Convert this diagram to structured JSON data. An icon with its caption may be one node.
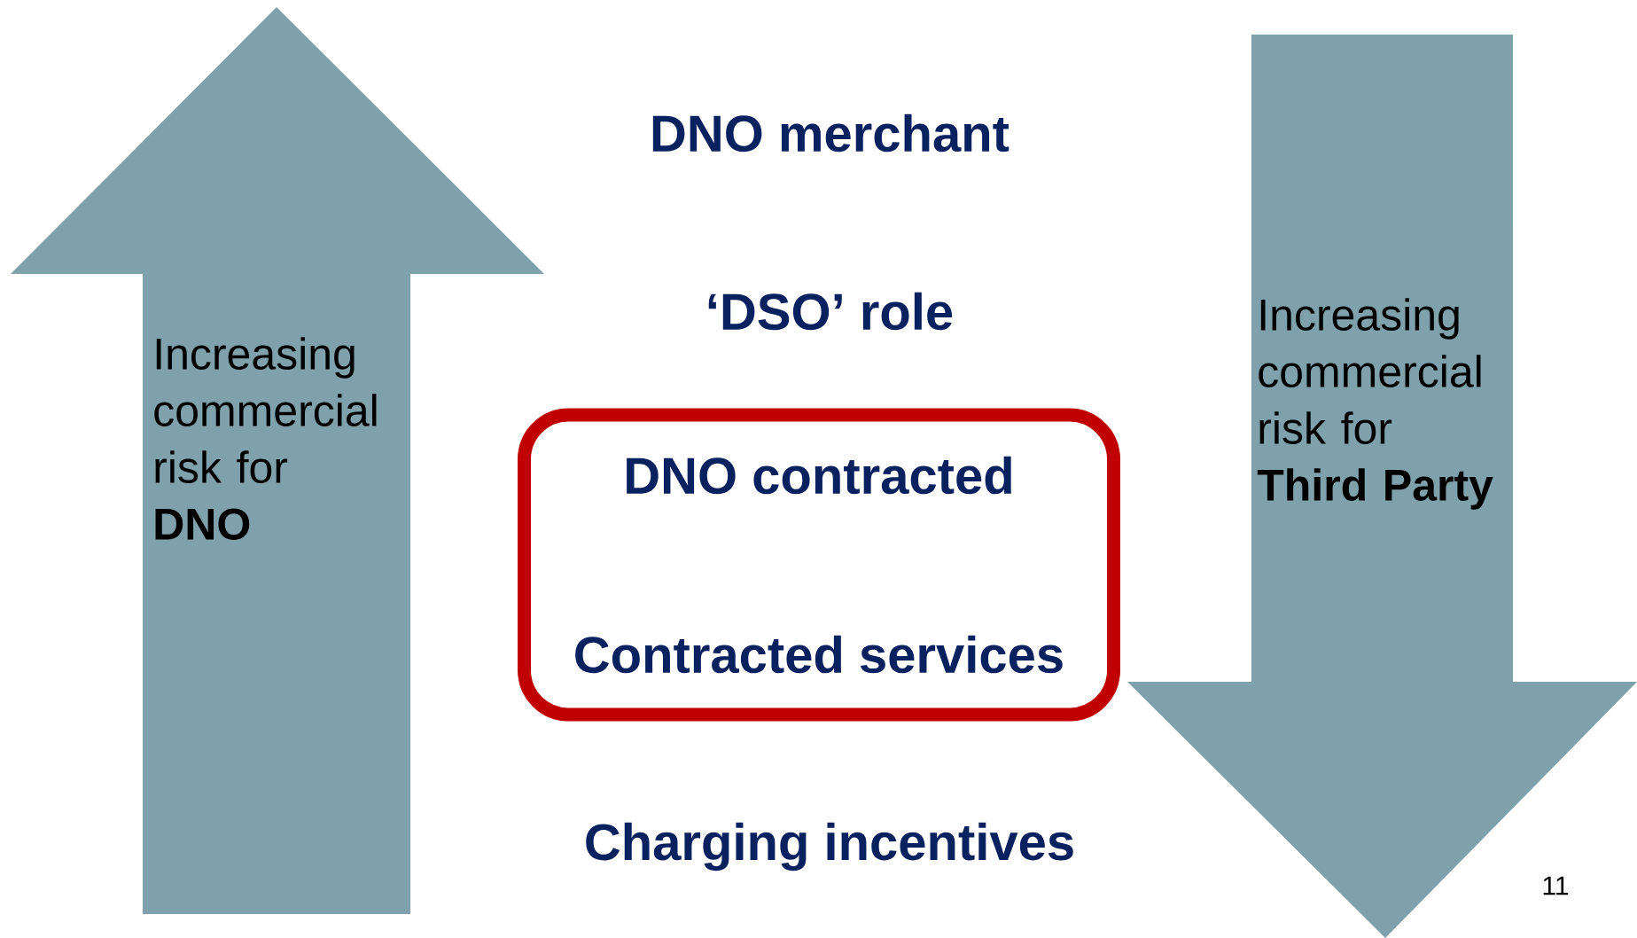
{
  "diagram": {
    "nodes": [
      {
        "text": [
          "Increasing commercial risk for **DNO**"
        ]
      },
      {
        "text": [
          "DNO contracted",
          "Contracted services"
        ]
      },
      {
        "text": [
          "Increasing commercial risk for **Third Party**"
        ]
      }
    ],
    "labels": [
      "DNO merchant",
      "‘DSO’ role",
      "Charging incentives",
      "11"
    ]
  }
}
